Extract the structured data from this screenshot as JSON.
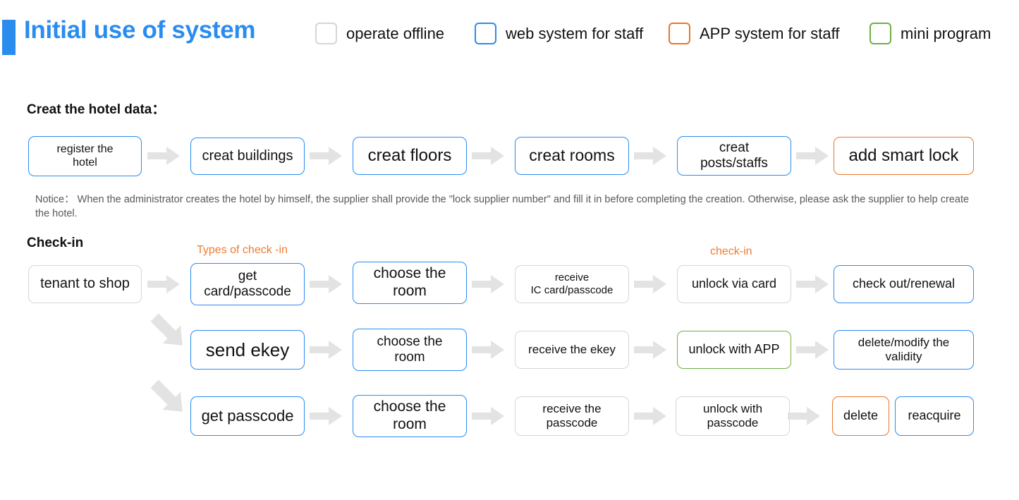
{
  "header": {
    "title": "Initial use of system",
    "accent_color": "#2b8cf0",
    "legend": [
      {
        "label": "operate offline",
        "color": "#d6d6d6",
        "icon": "checkbox-outline-gray"
      },
      {
        "label": "web system for staff",
        "color": "#2b8cf0",
        "icon": "checkbox-outline-blue"
      },
      {
        "label": "APP system for staff",
        "color": "#e8762c",
        "icon": "checkbox-outline-orange"
      },
      {
        "label": "mini program",
        "color": "#6faf44",
        "icon": "checkbox-outline-green"
      }
    ]
  },
  "sections": {
    "hotel_data": {
      "heading": "Creat the hotel data：",
      "nodes": [
        {
          "label": "register the\nhotel",
          "color": "#2b8cf0",
          "font_size": 16
        },
        {
          "label": "creat buildings",
          "color": "#2b8cf0",
          "font_size": 20
        },
        {
          "label": "creat floors",
          "color": "#2b8cf0",
          "font_size": 24
        },
        {
          "label": "creat rooms",
          "color": "#2b8cf0",
          "font_size": 23
        },
        {
          "label": "creat\nposts/staffs",
          "color": "#2b8cf0",
          "font_size": 19
        },
        {
          "label": "add smart lock",
          "color": "#e8762c",
          "font_size": 24
        }
      ],
      "notice": "Notice：  When the administrator creates the hotel by himself, the supplier shall provide the \"lock supplier number\" and fill it in before completing the creation. Otherwise, please ask the supplier to help create the hotel."
    },
    "check_in": {
      "heading": "Check-in",
      "annotations": [
        {
          "label": "Types of check -in",
          "color": "#ed7d31"
        },
        {
          "label": "check-in",
          "color": "#ed7d31"
        }
      ],
      "start_node": {
        "label": "tenant to shop",
        "color": "#d6d6d6",
        "font_size": 20
      },
      "rows": [
        {
          "nodes": [
            {
              "label": "get\ncard/passcode",
              "color": "#2b8cf0",
              "font_size": 19
            },
            {
              "label": "choose the\nroom",
              "color": "#2b8cf0",
              "font_size": 21
            },
            {
              "label": "receive\nIC card/passcode",
              "color": "#d6d6d6",
              "font_size": 15
            },
            {
              "label": "unlock via card",
              "color": "#d6d6d6",
              "font_size": 18
            },
            {
              "label": "check out/renewal",
              "color": "#2b8cf0",
              "font_size": 18
            }
          ]
        },
        {
          "nodes": [
            {
              "label": "send ekey",
              "color": "#2b8cf0",
              "font_size": 26
            },
            {
              "label": "choose the\nroom",
              "color": "#2b8cf0",
              "font_size": 19
            },
            {
              "label": "receive the ekey",
              "color": "#d6d6d6",
              "font_size": 17
            },
            {
              "label": "unlock with APP",
              "color": "#6faf44",
              "font_size": 18
            },
            {
              "label": "delete/modify the\nvalidity",
              "color": "#2b8cf0",
              "font_size": 17
            }
          ]
        },
        {
          "nodes": [
            {
              "label": "get passcode",
              "color": "#2b8cf0",
              "font_size": 22
            },
            {
              "label": "choose the\nroom",
              "color": "#2b8cf0",
              "font_size": 21
            },
            {
              "label": "receive the\npasscode",
              "color": "#d6d6d6",
              "font_size": 17
            },
            {
              "label": "unlock with\npasscode",
              "color": "#d6d6d6",
              "font_size": 17
            },
            {
              "label": "delete",
              "color": "#e8762c",
              "font_size": 18
            },
            {
              "label": "reacquire",
              "color": "#2b8cf0",
              "font_size": 18
            }
          ]
        }
      ]
    }
  },
  "arrow_color": "#e3e3e3"
}
